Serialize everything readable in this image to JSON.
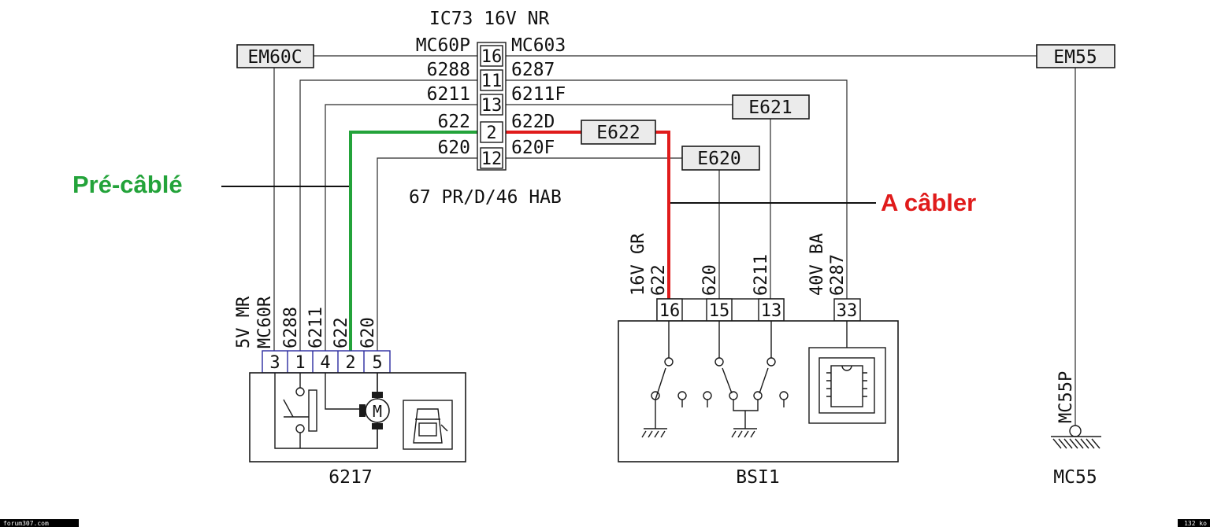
{
  "connector": {
    "title": "IC73 16V NR",
    "pins": [
      "16",
      "11",
      "13",
      "2",
      "12"
    ],
    "left_wires": [
      "MC60P",
      "6288",
      "6211",
      "622",
      "620"
    ],
    "right_wires": [
      "MC603",
      "6287",
      "6211F",
      "622D",
      "620F"
    ],
    "harness_ref": "67 PR/D/46 HAB"
  },
  "splices": {
    "em60c": "EM60C",
    "em55": "EM55",
    "e621": "E621",
    "e622": "E622",
    "e620": "E620"
  },
  "annotations": {
    "precable": "Pré-câblé",
    "acabler": "A câbler"
  },
  "component_6217": {
    "name": "6217",
    "pins": [
      "3",
      "1",
      "4",
      "2",
      "5"
    ],
    "wire_labels": [
      "5V MR",
      "MC60R",
      "6288",
      "6211",
      "622",
      "620"
    ]
  },
  "component_bsi": {
    "name": "BSI1",
    "pins": [
      "16",
      "15",
      "13",
      "33"
    ],
    "wire_labels": [
      "16V GR",
      "622",
      "620",
      "6211",
      "40V BA",
      "6287"
    ]
  },
  "ground": {
    "name": "MC55",
    "wire_label": "MC55P"
  },
  "colors": {
    "precable": "#23a33a",
    "acabler": "#e01b1b"
  },
  "footer": {
    "left": "forum307.com",
    "right": "132 ko"
  }
}
